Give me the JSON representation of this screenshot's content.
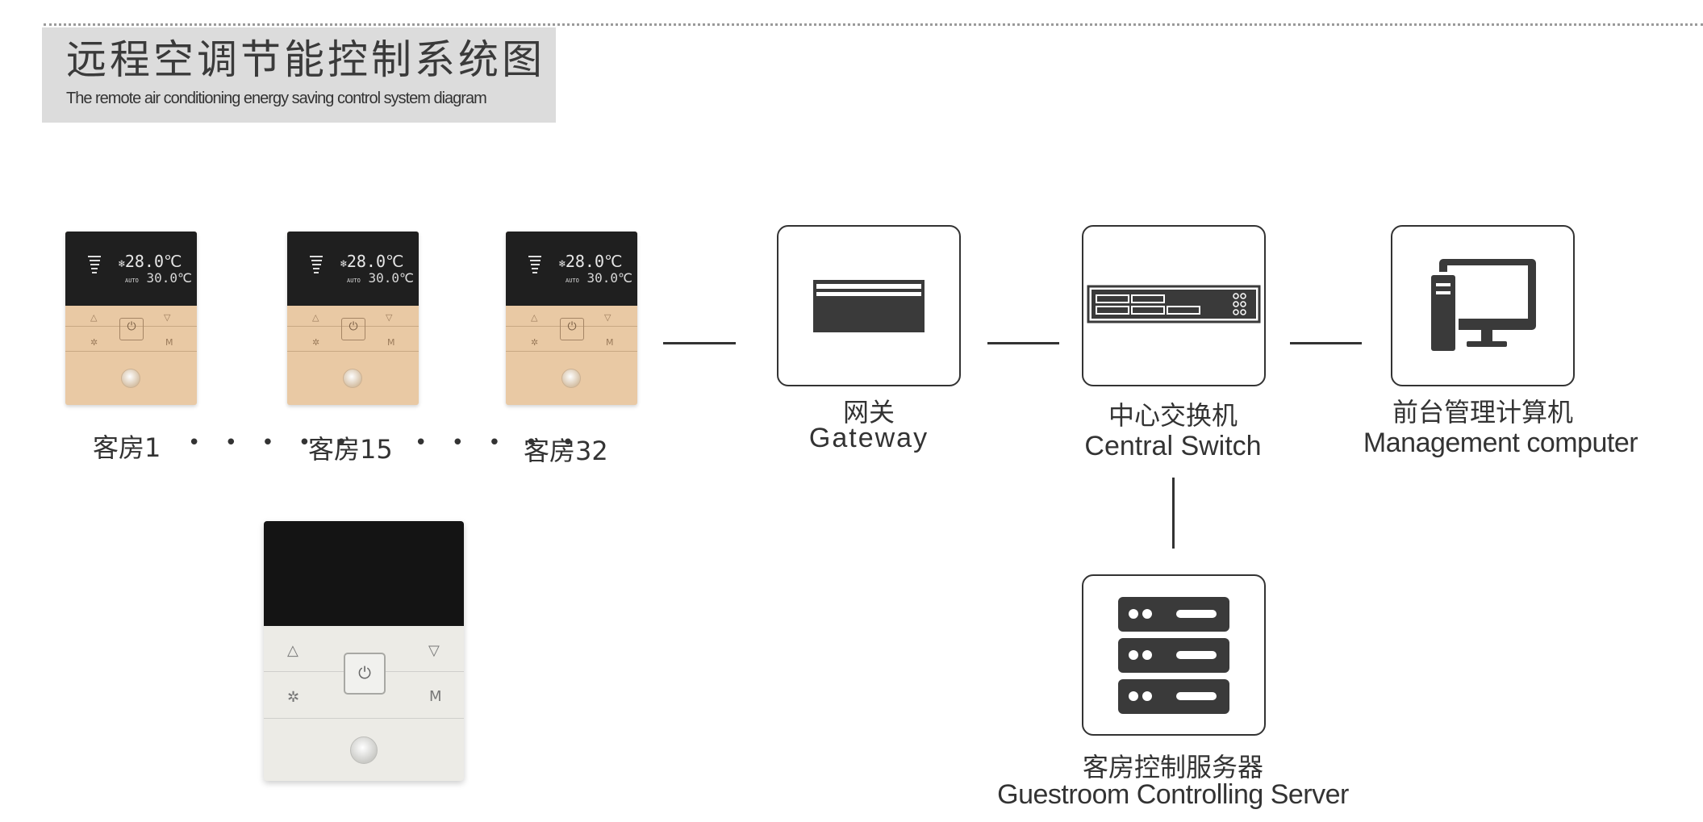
{
  "title": {
    "zh": "远程空调节能控制系统图",
    "en": "The remote air conditioning energy saving control system diagram"
  },
  "thermostat": {
    "temp_set": "28.0℃",
    "temp_room": "30.0℃",
    "auto_label": "AUTO",
    "power_symbol": "⏻",
    "up_symbol": "△",
    "down_symbol": "▽",
    "fan_symbol": "✲",
    "mode_symbol": "M",
    "snow_symbol": "❄"
  },
  "rooms": {
    "room1": "客房1",
    "room15": "客房15",
    "room32": "客房32",
    "ellipsis": "• • • • •"
  },
  "devices": {
    "gateway": {
      "zh": "网关",
      "en": "Gateway"
    },
    "switch": {
      "zh": "中心交换机",
      "en": "Central Switch"
    },
    "computer": {
      "zh": "前台管理计算机",
      "en": "Management computer"
    },
    "server": {
      "zh": "客房控制服务器",
      "en": "Guestroom Controlling Server"
    }
  },
  "icons": {
    "gateway": "gateway-card-icon",
    "switch": "network-switch-icon",
    "computer": "desktop-computer-icon",
    "server": "server-rack-icon"
  },
  "colors": {
    "title_bg": "#dcdcdc",
    "thermo_gold": "#e9c9a4",
    "icon_dark": "#333333"
  }
}
